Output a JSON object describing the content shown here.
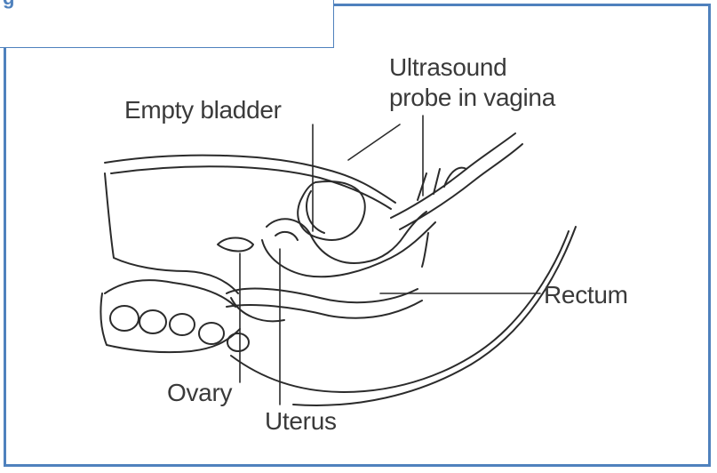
{
  "caption": {
    "text": "g"
  },
  "labels": {
    "ultrasound": [
      "Ultrasound",
      "probe in vagina"
    ],
    "bladder": "Empty bladder",
    "rectum": "Rectum",
    "ovary": "Ovary",
    "uterus": "Uterus"
  },
  "colors": {
    "frame": "#4f81bd",
    "line": "#2b2b2b",
    "text": "#3a3a3a"
  }
}
